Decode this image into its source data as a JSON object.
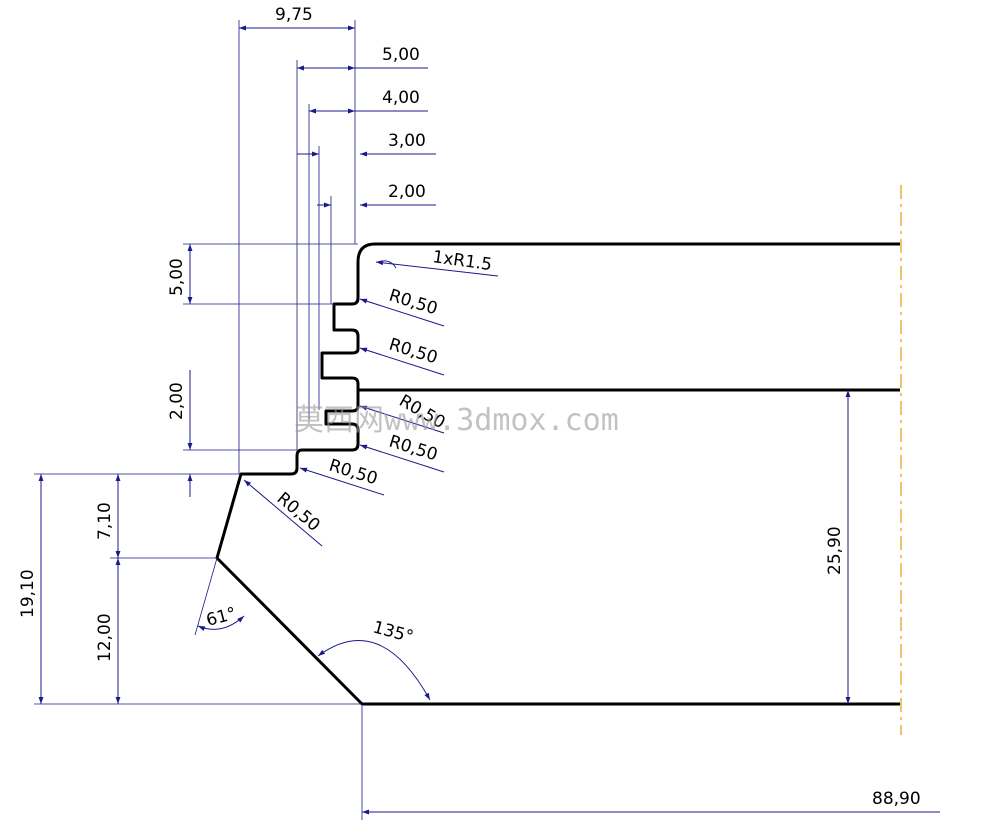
{
  "watermark": "莫西网www.3dmox.com",
  "dimensions": {
    "d_9_75": "9,75",
    "d_5_00_top": "5,00",
    "d_4_00": "4,00",
    "d_3_00": "3,00",
    "d_2_00_top": "2,00",
    "d_1xR1_5": "1xR1.5",
    "d_5_00_left": "5,00",
    "d_2_00_left": "2,00",
    "d_r050_1": "R0,50",
    "d_r050_2": "R0,50",
    "d_r050_3": "R0,50",
    "d_r050_4": "R0,50",
    "d_r050_5": "R0,50",
    "d_r050_6": "R0,50",
    "d_7_10": "7,10",
    "d_12_00": "12,00",
    "d_19_10": "19,10",
    "d_61": "61°",
    "d_135": "135°",
    "d_25_90": "25,90",
    "d_88_90": "88,90"
  },
  "colors": {
    "profile": "#000000",
    "dimension": "#1a1a8c",
    "centerline": "#e8a020"
  }
}
